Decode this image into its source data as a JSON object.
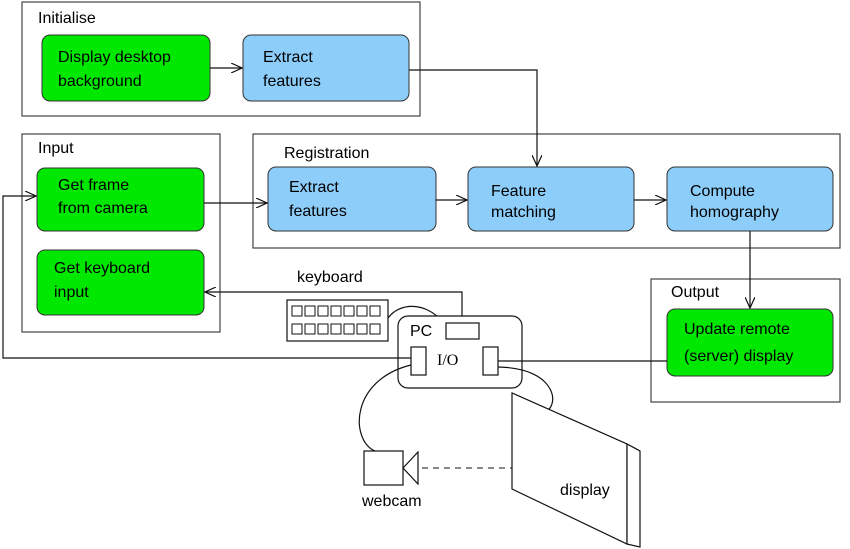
{
  "groups": {
    "initialise": "Initialise",
    "input": "Input",
    "registration": "Registration",
    "output": "Output"
  },
  "nodes": {
    "display_desktop": [
      "Display desktop",
      "background"
    ],
    "extract_init": [
      "Extract",
      "features"
    ],
    "get_frame": [
      "Get frame",
      "from camera"
    ],
    "get_keyboard": [
      "Get keyboard",
      "input"
    ],
    "extract_reg": [
      "Extract",
      "features"
    ],
    "feature_matching": [
      "Feature",
      "matching"
    ],
    "compute_homography": [
      "Compute",
      "homography"
    ],
    "update_remote": [
      "Update remote",
      "(server) display"
    ]
  },
  "hardware": {
    "keyboard": "keyboard",
    "pc": "PC",
    "io": "I/O",
    "webcam": "webcam",
    "display": "display"
  },
  "colors": {
    "process_green": "#00e800",
    "process_blue": "#8dcdf9"
  }
}
